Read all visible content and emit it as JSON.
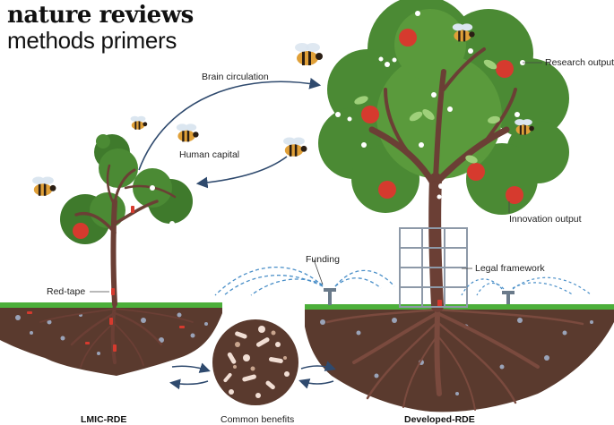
{
  "brand": {
    "line1": "nature reviews",
    "line2": "methods primers"
  },
  "labels": {
    "brain_circulation": "Brain circulation",
    "human_capital": "Human capital",
    "research_output": "Research output",
    "innovation_output": "Innovation output",
    "funding": "Funding",
    "legal_framework": "Legal framework",
    "red_tape": "Red-tape",
    "lmic": "LMIC-RDE",
    "common_benefits": "Common benefits",
    "developed": "Developed-RDE"
  },
  "colors": {
    "leaf_dark": "#3f7a2c",
    "leaf": "#5a9a3c",
    "leaf_light": "#9fd07a",
    "trunk": "#6b3f35",
    "soil": "#5a3a2e",
    "grass": "#4caf3a",
    "apple": "#d63a2e",
    "arrow": "#2f4a6e",
    "water": "#4a8fc8",
    "trellis": "#8d99a8"
  }
}
